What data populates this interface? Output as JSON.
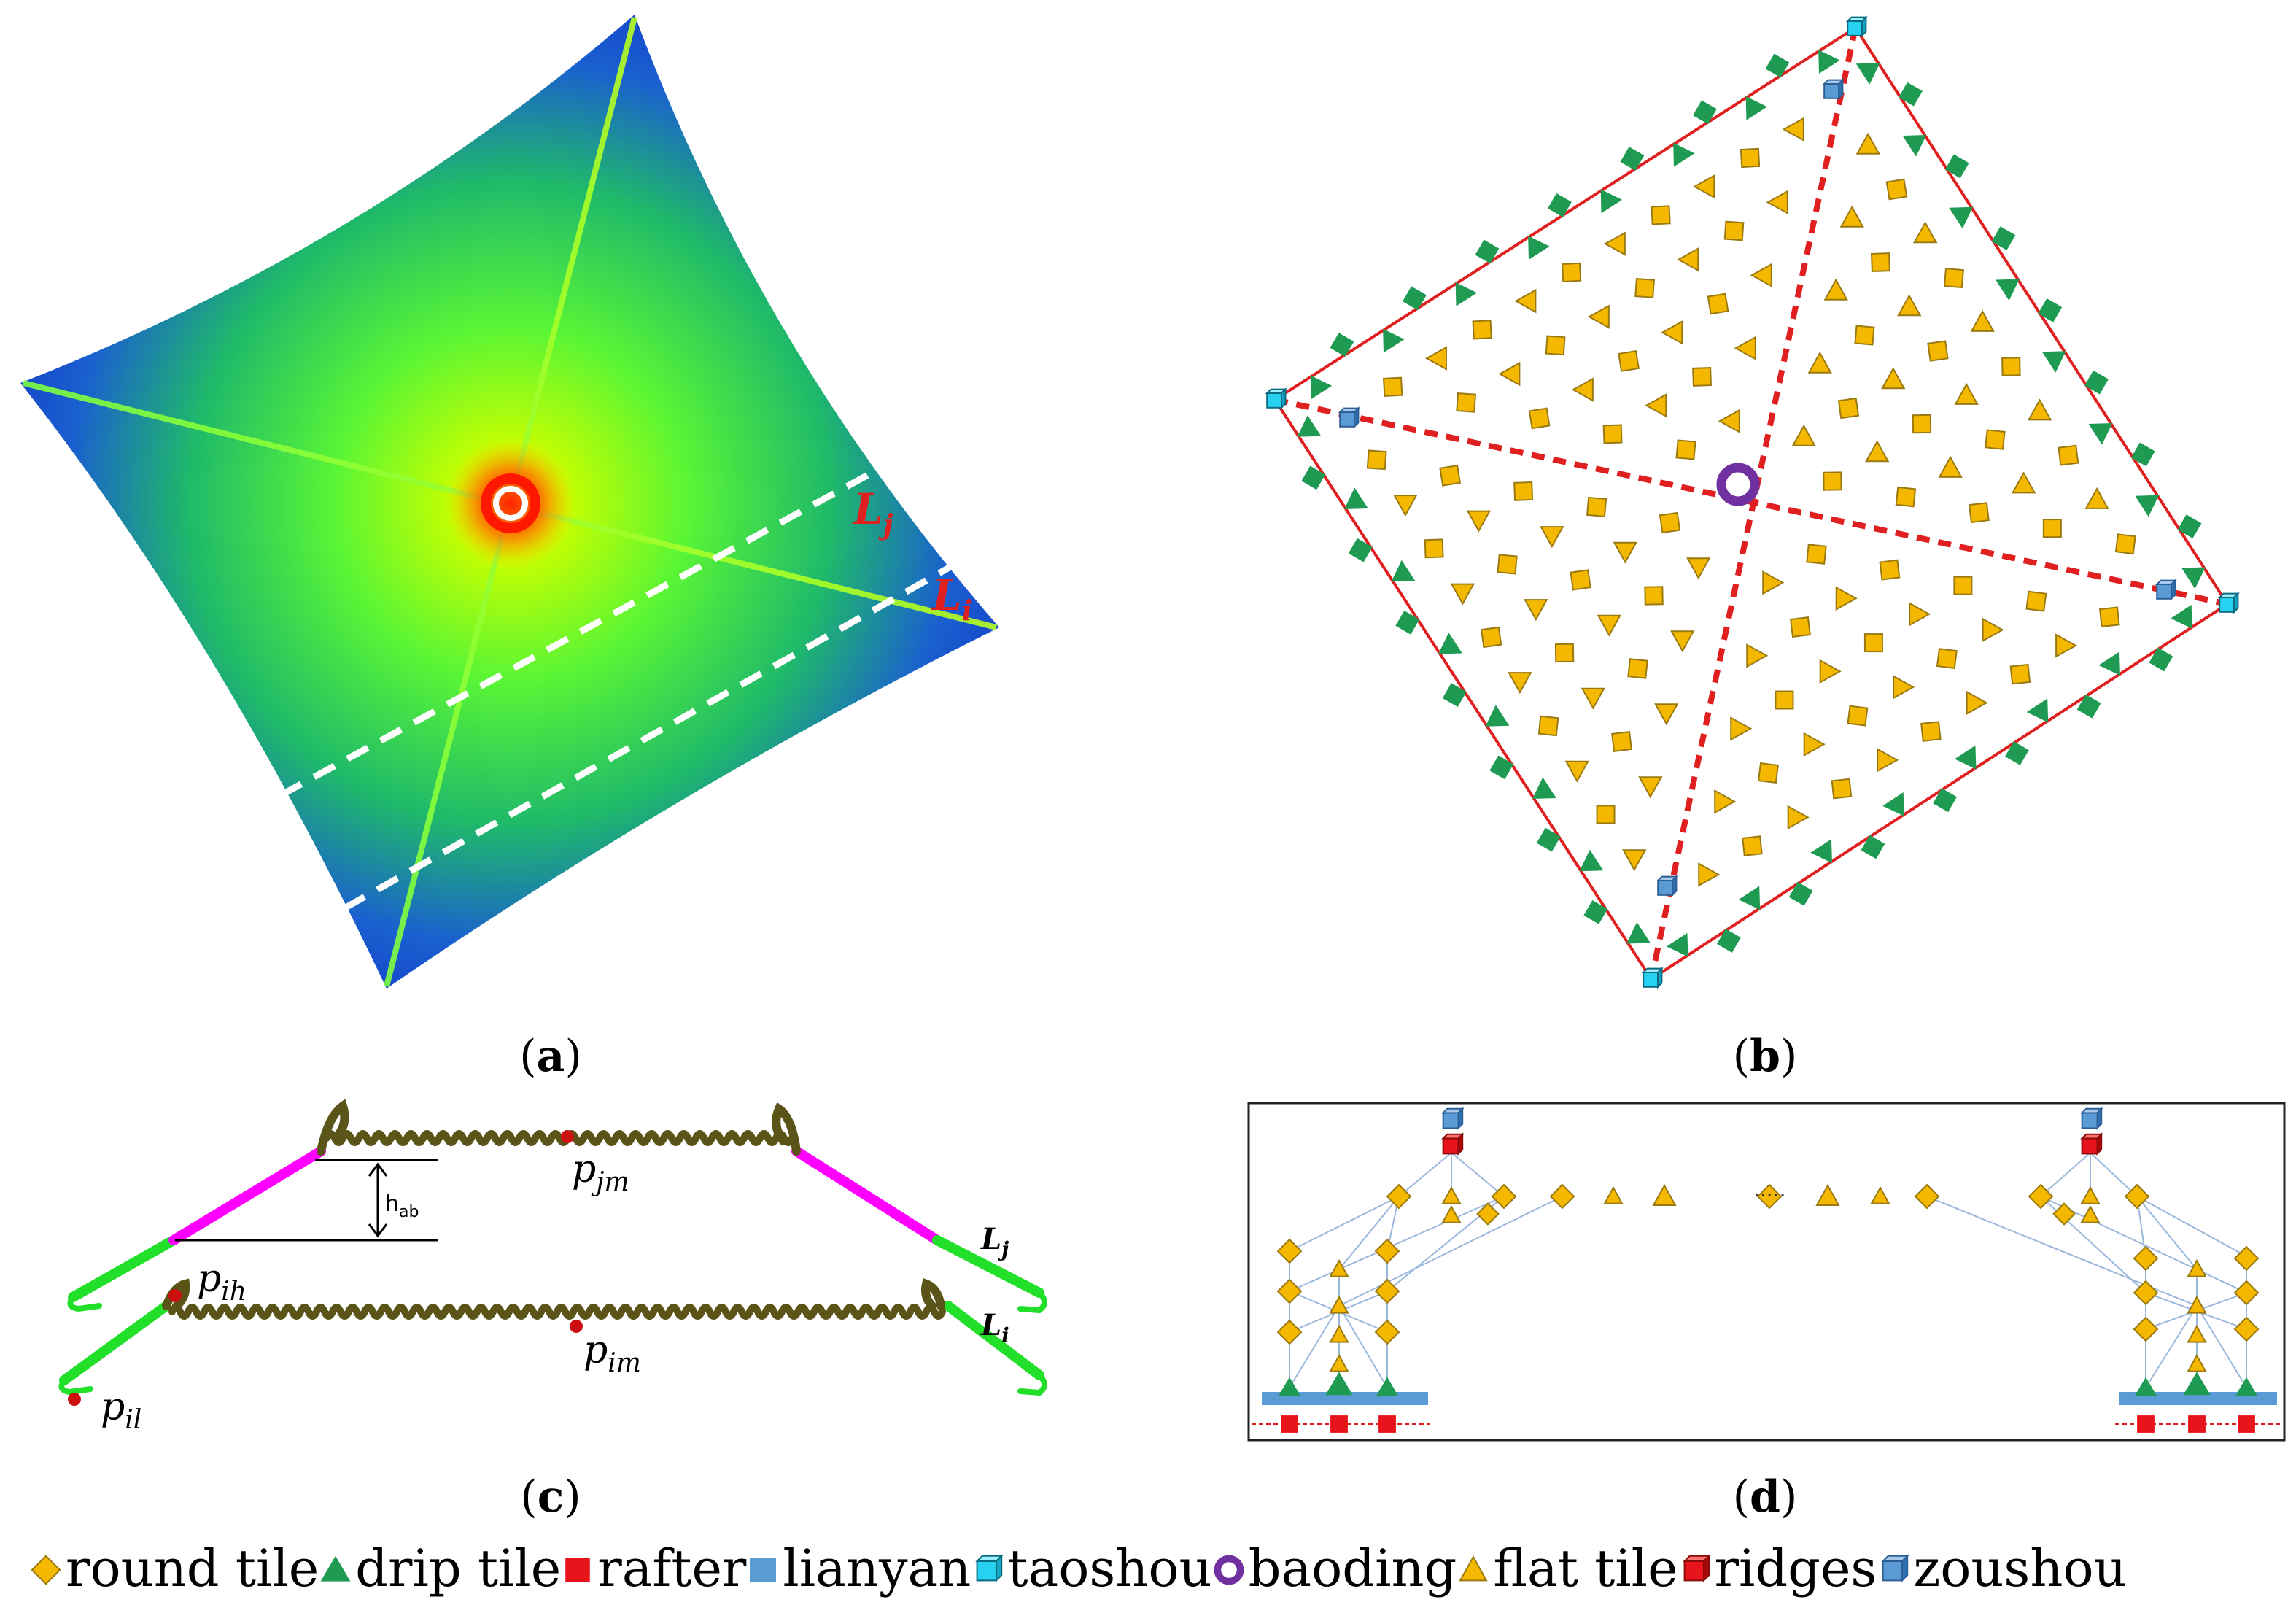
{
  "panels": {
    "a": {
      "open": "(",
      "letter": "a",
      "close": ")",
      "line_j": "L",
      "line_j_sub": "j",
      "line_i": "L",
      "line_i_sub": "i"
    },
    "b": {
      "open": "(",
      "letter": "b",
      "close": ")"
    },
    "c": {
      "open": "(",
      "letter": "c",
      "close": ")",
      "h_label": "h",
      "h_sub": "ab",
      "p_jm": "p",
      "p_jm_sub": "jm",
      "p_ih": "p",
      "p_ih_sub": "ih",
      "p_im": "p",
      "p_im_sub": "im",
      "p_il": "p",
      "p_il_sub": "il",
      "line_j": "L",
      "line_j_sub": "j",
      "line_i": "L",
      "line_i_sub": "i"
    },
    "d": {
      "open": "(",
      "letter": "d",
      "close": ")",
      "ellipsis": "....."
    }
  },
  "legend": [
    {
      "icon": "round-tile-icon",
      "label": "round tile"
    },
    {
      "icon": "drip-tile-icon",
      "label": "drip tile"
    },
    {
      "icon": "rafter-icon",
      "label": "rafter"
    },
    {
      "icon": "lianyan-icon",
      "label": "lianyan"
    },
    {
      "icon": "taoshou-icon",
      "label": "taoshou"
    },
    {
      "icon": "baoding-icon",
      "label": "baoding"
    },
    {
      "icon": "flat-tile-icon",
      "label": "flat tile"
    },
    {
      "icon": "ridges-icon",
      "label": "ridges"
    },
    {
      "icon": "zoushou-icon",
      "label": "zoushou"
    }
  ],
  "colors": {
    "round_tile": "#f5b800",
    "drip_tile": "#1e9a52",
    "rafter": "#e8141c",
    "lianyan": "#5b9bd5",
    "taoshou": "#27d2f0",
    "baoding": "#7030a0",
    "flat_tile": "#f5b800",
    "ridge_line": "#e02020",
    "roof_blue": "#1436c8",
    "roof_green": "#5cff30",
    "roof_core": "#ff2200",
    "profile_green": "#22e02a",
    "profile_magenta": "#ff00ff",
    "profile_ripple": "#5a5418",
    "point_red": "#cc1010"
  }
}
